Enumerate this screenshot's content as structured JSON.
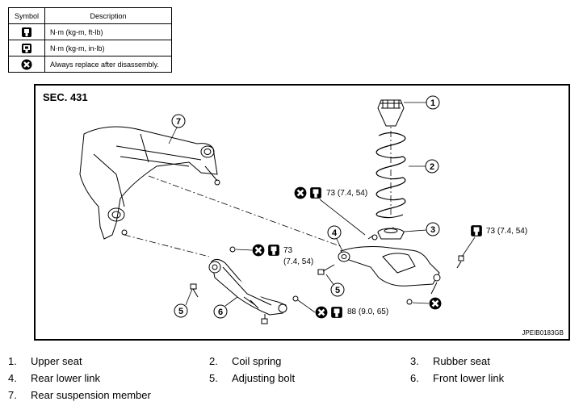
{
  "legend": {
    "header_symbol": "Symbol",
    "header_description": "Description",
    "rows": [
      {
        "icon": "torque-wrench-nm-icon",
        "text": "N·m (kg-m, ft-lb)"
      },
      {
        "icon": "torque-wrench-inlb-icon",
        "text": "N·m (kg-m, in-lb)"
      },
      {
        "icon": "always-replace-icon",
        "text": "Always replace after disassembly."
      }
    ]
  },
  "diagram": {
    "section": "SEC. 431",
    "code": "JPEIB0183GB",
    "callouts": [
      "1",
      "2",
      "3",
      "4",
      "5",
      "6",
      "7"
    ],
    "torques": {
      "upper_left": "73 (7.4, 54)",
      "right": "73 (7.4, 54)",
      "middle_line1": "73",
      "middle_line2": "(7.4, 54)",
      "bottom": "88 (9.0, 65)"
    }
  },
  "parts": [
    {
      "num": "1.",
      "name": "Upper seat"
    },
    {
      "num": "2.",
      "name": "Coil spring"
    },
    {
      "num": "3.",
      "name": "Rubber seat"
    },
    {
      "num": "4.",
      "name": "Rear lower link"
    },
    {
      "num": "5.",
      "name": "Adjusting bolt"
    },
    {
      "num": "6.",
      "name": "Front lower link"
    },
    {
      "num": "7.",
      "name": "Rear suspension member"
    }
  ]
}
